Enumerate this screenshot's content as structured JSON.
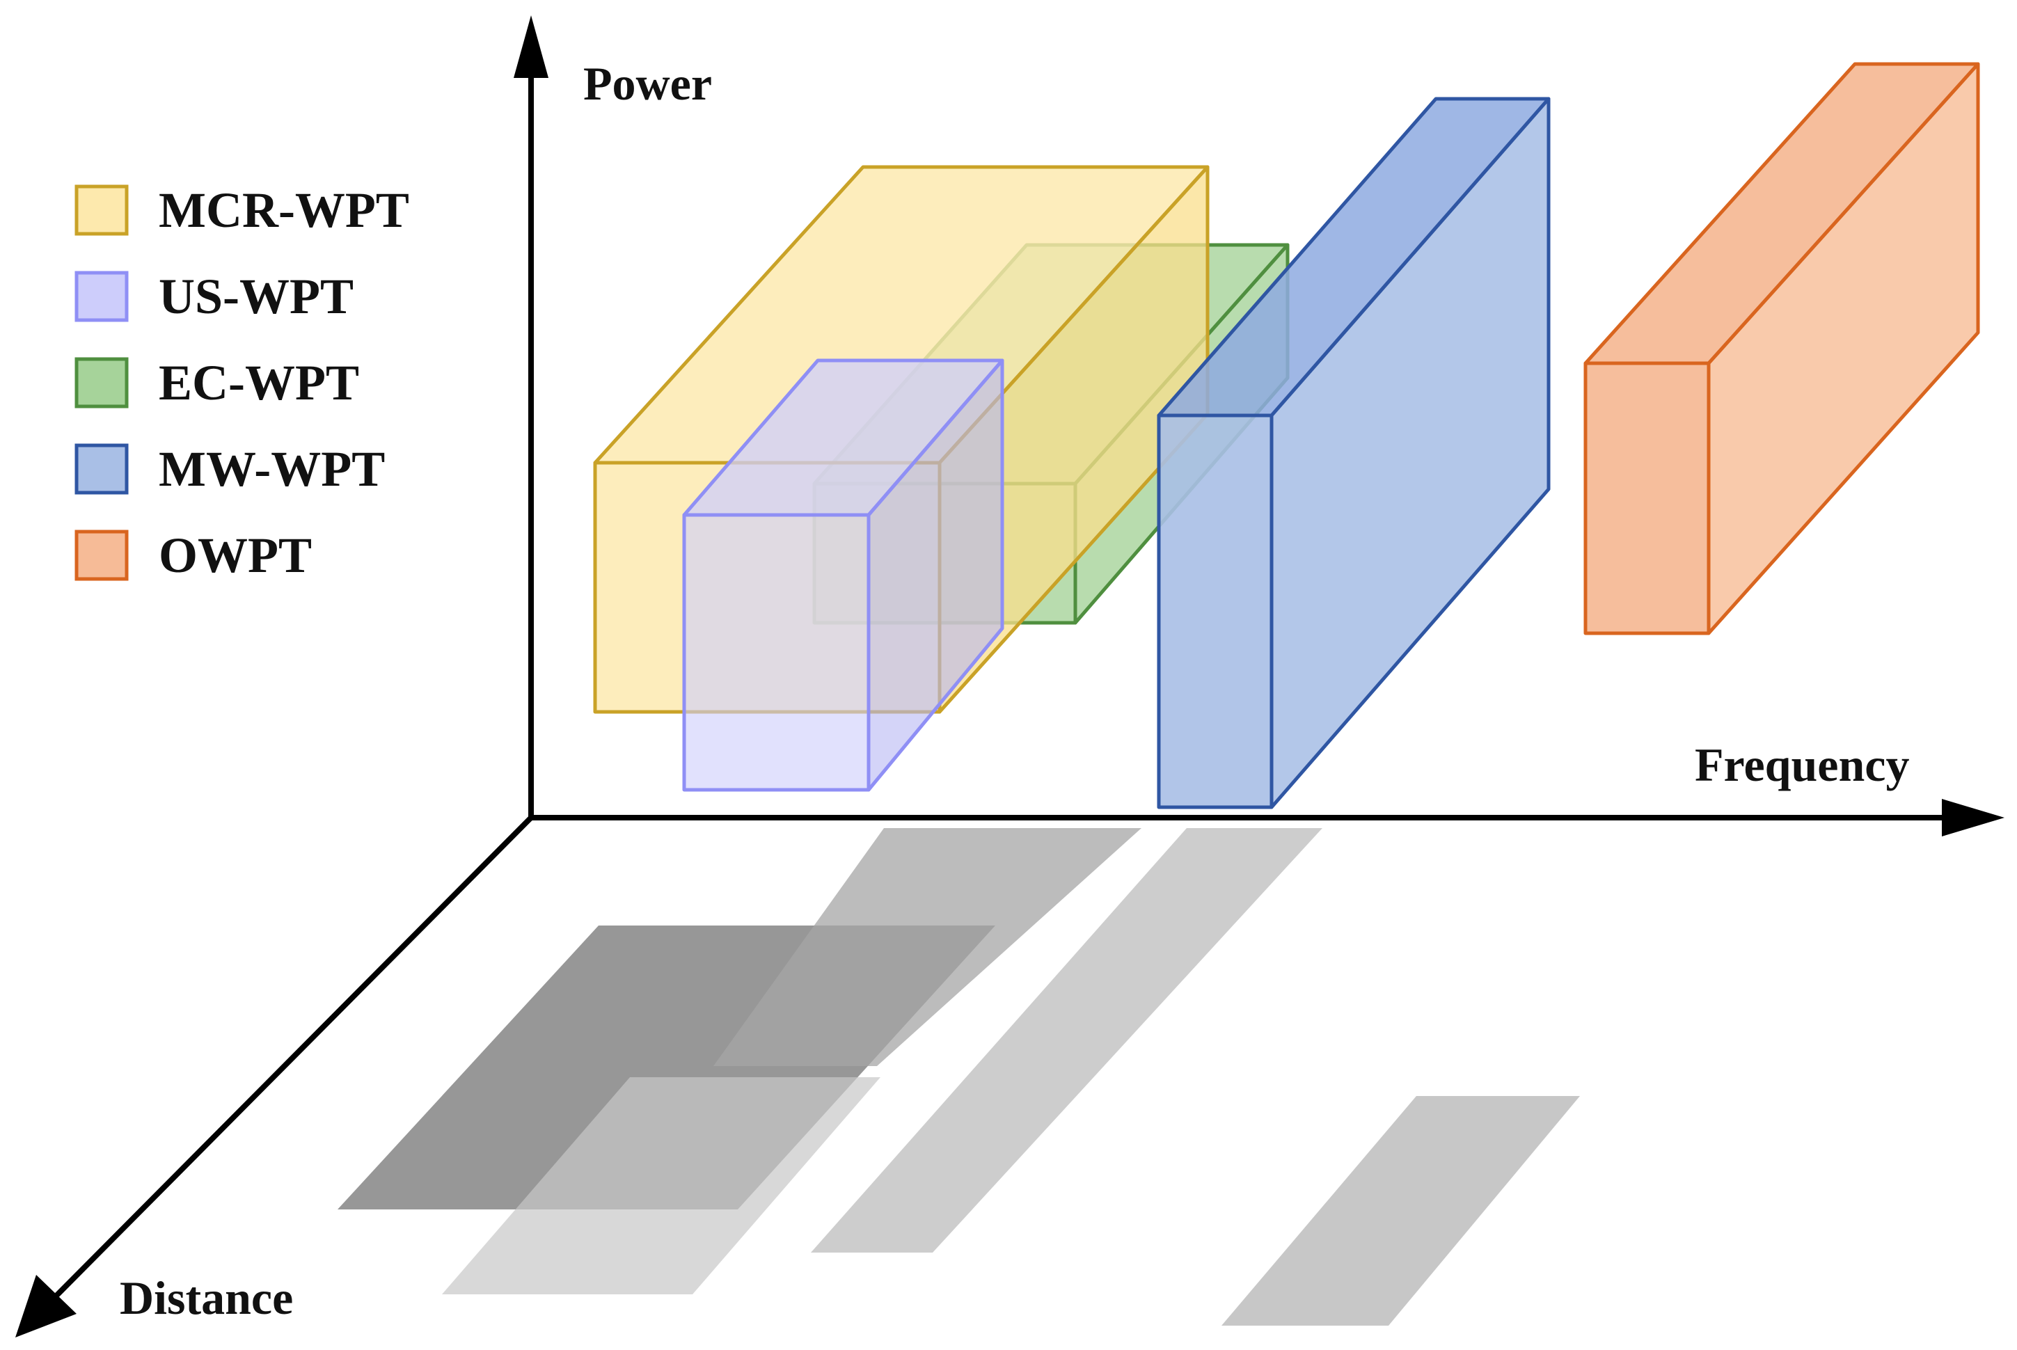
{
  "axes": {
    "power": "Power",
    "frequency": "Frequency",
    "distance": "Distance"
  },
  "legend": [
    {
      "key": "mcr",
      "label": "MCR-WPT",
      "fill": "#fde9ad",
      "stroke": "#c9a227"
    },
    {
      "key": "us",
      "label": "US-WPT",
      "fill": "#cdcdfb",
      "stroke": "#8f8ff5"
    },
    {
      "key": "ec",
      "label": "EC-WPT",
      "fill": "#a6d39a",
      "stroke": "#4f8f3f"
    },
    {
      "key": "mw",
      "label": "MW-WPT",
      "fill": "#a9bfe6",
      "stroke": "#2f56a3"
    },
    {
      "key": "ow",
      "label": "OWPT",
      "fill": "#f6bb97",
      "stroke": "#d9651f"
    }
  ],
  "colors": {
    "axis": "#000000",
    "shadow": "#8a8a8a",
    "shadow_dark": "#5a5a5a",
    "shadow_light": "#cfcfcf"
  }
}
